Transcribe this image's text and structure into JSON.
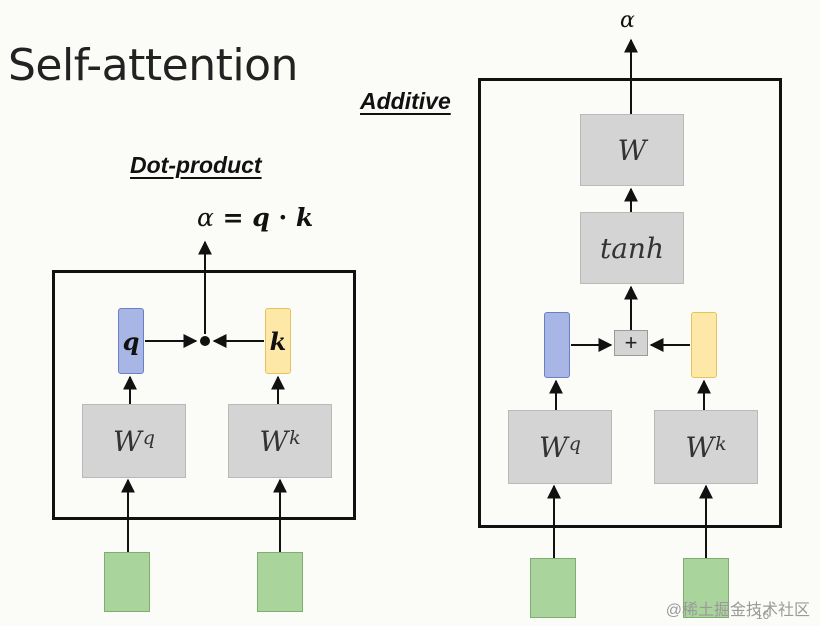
{
  "slide": {
    "title": "Self-attention",
    "page_number": "16",
    "watermark": "@稀土掘金技术社区"
  },
  "dot_product": {
    "heading": "Dot-product",
    "formula_alpha": "α",
    "formula_eq": " = ",
    "formula_q": "q",
    "formula_dot": " · ",
    "formula_k": "k",
    "query_vector_label": "q",
    "key_vector_label": "k",
    "wq_base": "W",
    "wq_sup": "q",
    "wk_base": "W",
    "wk_sup": "k"
  },
  "additive": {
    "heading": "Additive",
    "output_label": "α",
    "w_label": "W",
    "tanh_label": "tanh",
    "plus_label": "+",
    "wq_base": "W",
    "wq_sup": "q",
    "wk_base": "W",
    "wk_sup": "k"
  },
  "colors": {
    "query": "#a7b6e4",
    "key": "#fde8a8",
    "input": "#a9d49b",
    "weight_box": "#d4d4d4"
  }
}
